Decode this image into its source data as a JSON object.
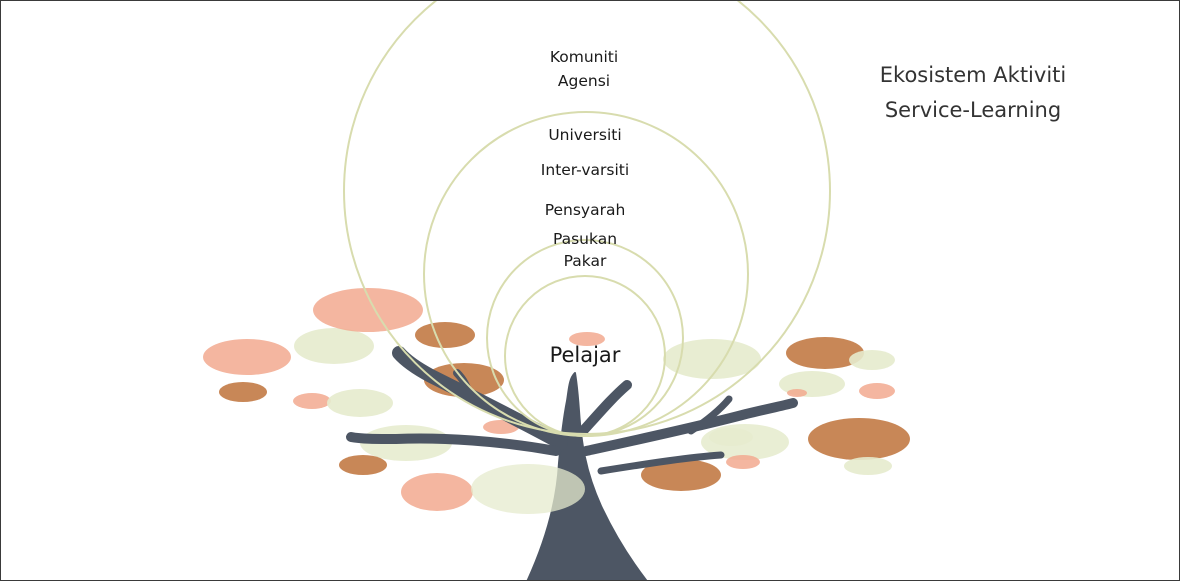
{
  "title": {
    "line1": "Ekosistem Aktiviti",
    "line2": "Service-Learning"
  },
  "rings": {
    "outer": {
      "line1": "Komuniti",
      "line2": "Agensi"
    },
    "second": {
      "line1": "Universiti",
      "line2": "Inter-varsiti"
    },
    "third": {
      "line1": "Pensyarah",
      "line2": "Pasukan",
      "line3": "Pakar"
    },
    "core": {
      "label": "Pelajar"
    }
  },
  "colors": {
    "ring": "#d8dcae",
    "trunk": "#4d5664",
    "salmon": "#f2a98f",
    "brown": "#c27a45",
    "pale_green": "#e5ebcd",
    "title": "#333333",
    "frame": "#3a3a3a"
  }
}
